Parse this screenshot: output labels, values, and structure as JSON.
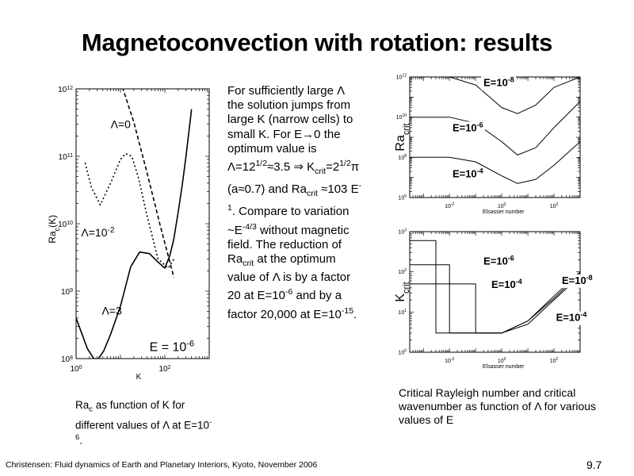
{
  "title": "Magnetoconvection with rotation: results",
  "explanation": [
    {
      "t": "For sufficiently large Λ the solution jumps from large K (narrow cells) to small K. For E→0 the optimum value is Λ=12"
    },
    {
      "t": "1/2",
      "sup": true
    },
    {
      "t": "≈3.5 ⇒ K"
    },
    {
      "t": "crit",
      "sub": true
    },
    {
      "t": "=2"
    },
    {
      "t": "1/2",
      "sup": true
    },
    {
      "t": "π (a≈0.7) and Ra"
    },
    {
      "t": "crit",
      "sub": true
    },
    {
      "t": " ≈103 E"
    },
    {
      "t": "-1",
      "sup": true
    },
    {
      "t": ". Compare to variation ~E"
    },
    {
      "t": "-4/3",
      "sup": true
    },
    {
      "t": " without magnetic field. The reduction of Ra"
    },
    {
      "t": "crit",
      "sub": true
    },
    {
      "t": " at the optimum value of Λ is by a factor 20 at E=10"
    },
    {
      "t": "-6",
      "sup": true
    },
    {
      "t": " and by a factor 20,000 at E=10"
    },
    {
      "t": "-15",
      "sup": true
    },
    {
      "t": "."
    }
  ],
  "caption_left": [
    {
      "t": "Ra"
    },
    {
      "t": "c",
      "sub": true
    },
    {
      "t": " as function of K for different values of Λ at E=10"
    },
    {
      "t": "-6",
      "sup": true
    },
    {
      "t": "."
    }
  ],
  "caption_right": "Critical Rayleigh number and critical wavenumber as function of Λ for various values of E",
  "footer": "Christensen: Fluid dynamics of Earth and Planetary Interiors, Kyoto, November 2006",
  "slide_number": "9.7",
  "chart_data": [
    {
      "id": "left",
      "type": "line",
      "xscale": "log",
      "yscale": "log",
      "xlim": [
        1,
        1000
      ],
      "ylim": [
        100000000.0,
        1000000000000.0
      ],
      "xlabel": "K",
      "ylabel": "Ra_c(K)",
      "xticks": [
        {
          "v": 1,
          "b": "10",
          "e": "0"
        },
        {
          "v": 100,
          "b": "10",
          "e": "2"
        }
      ],
      "yticks": [
        {
          "v": 100000000.0,
          "b": "10",
          "e": "8"
        },
        {
          "v": 1000000000.0,
          "b": "10",
          "e": "9"
        },
        {
          "v": 10000000000.0,
          "b": "10",
          "e": "10"
        },
        {
          "v": 100000000000.0,
          "b": "10",
          "e": "11"
        },
        {
          "v": 1000000000000.0,
          "b": "10",
          "e": "12"
        }
      ],
      "series": [
        {
          "name": "Λ=0",
          "style": "dashed",
          "x": [
            10,
            20,
            40,
            80,
            160
          ],
          "y": [
            1300000000000.0,
            320000000000.0,
            56000000000.0,
            9000000000.0,
            1600000000.0
          ]
        },
        {
          "name": "Λ=10⁻²",
          "style": "dotted",
          "x": [
            1.6,
            2.2,
            3.5,
            6,
            10,
            13,
            18,
            25,
            40,
            70,
            120,
            160
          ],
          "y": [
            80000000000.0,
            35000000000.0,
            19000000000.0,
            40000000000.0,
            90000000000.0,
            110000000000.0,
            100000000000.0,
            50000000000.0,
            13000000000.0,
            3000000000.0,
            2200000000.0,
            3000000000.0
          ]
        },
        {
          "name": "Λ=3",
          "style": "solid",
          "x": [
            1,
            1.3,
            1.8,
            2.5,
            3.2,
            4.2,
            6,
            10,
            17,
            27,
            45,
            70,
            100,
            130,
            160,
            200,
            250,
            300,
            400
          ],
          "y": [
            400000000.0,
            250000000.0,
            140000000.0,
            100000000.0,
            100000000.0,
            130000000.0,
            230000000.0,
            600000000.0,
            2300000000.0,
            3800000000.0,
            3600000000.0,
            2700000000.0,
            2200000000.0,
            3400000000.0,
            6000000000.0,
            15000000000.0,
            40000000000.0,
            100000000000.0,
            500000000000.0
          ]
        }
      ],
      "annotations": [
        {
          "text": "Λ=0",
          "x": 6,
          "y": 260000000000.0
        },
        {
          "text": "Λ=10",
          "sup": "-2",
          "x": 1.3,
          "y": 6500000000.0
        },
        {
          "text": "Λ=3",
          "x": 3.8,
          "y": 450000000.0
        },
        {
          "text": "E = 10",
          "sup": "-6",
          "x": 45,
          "y": 130000000.0,
          "size": 16
        }
      ]
    },
    {
      "id": "top-right",
      "type": "line",
      "xscale": "log",
      "yscale": "log",
      "xlim": [
        0.0003,
        1000
      ],
      "ylim": [
        1000000.0,
        1000000000000.0
      ],
      "xlabel": "Elsasser number",
      "ylabel": "Ra_crit",
      "xticks": [
        {
          "v": 0.01,
          "b": "10",
          "e": "-2"
        },
        {
          "v": 1,
          "b": "10",
          "e": "0"
        },
        {
          "v": 100,
          "b": "10",
          "e": "2"
        }
      ],
      "yticks": [
        {
          "v": 1000000.0,
          "b": "10",
          "e": "6"
        },
        {
          "v": 100000000.0,
          "b": "10",
          "e": "8"
        },
        {
          "v": 10000000000.0,
          "b": "10",
          "e": "10"
        },
        {
          "v": 1000000000000.0,
          "b": "10",
          "e": "12"
        }
      ],
      "series": [
        {
          "name": "E=10⁻⁸",
          "style": "solid",
          "x": [
            0.0003,
            0.01,
            0.1,
            1,
            4,
            20,
            100,
            1000
          ],
          "y": [
            1000000000000.0,
            1000000000000.0,
            400000000000.0,
            30000000000.0,
            15000000000.0,
            40000000000.0,
            300000000000.0,
            1000000000000.0
          ]
        },
        {
          "name": "E=10⁻⁶",
          "style": "solid",
          "x": [
            0.0003,
            0.01,
            0.1,
            1,
            4,
            20,
            100,
            1000
          ],
          "y": [
            10000000000.0,
            10000000000.0,
            5000000000.0,
            600000000.0,
            130000000.0,
            300000000.0,
            3000000000.0,
            60000000000.0
          ]
        },
        {
          "name": "E=10⁻⁴",
          "style": "solid",
          "x": [
            0.0003,
            0.01,
            0.1,
            1,
            4,
            20,
            100,
            1000
          ],
          "y": [
            100000000.0,
            100000000.0,
            60000000.0,
            12000000.0,
            5000000.0,
            8000000.0,
            40000000.0,
            600000000.0
          ]
        }
      ],
      "annotations": [
        {
          "text": "E=10",
          "sup": "-8",
          "x": 0.2,
          "y": 350000000000.0,
          "bold": true
        },
        {
          "text": "E=10",
          "sup": "-6",
          "x": 0.013,
          "y": 2000000000.0,
          "bold": true
        },
        {
          "text": "E=10",
          "sup": "-4",
          "x": 0.013,
          "y": 10000000.0,
          "bold": true
        }
      ]
    },
    {
      "id": "bottom-right",
      "type": "line",
      "xscale": "log",
      "yscale": "log",
      "xlim": [
        0.0003,
        1000
      ],
      "ylim": [
        1,
        1000
      ],
      "xlabel": "Elsasser number",
      "ylabel": "K_crit",
      "xticks": [
        {
          "v": 0.01,
          "b": "10",
          "e": "-2"
        },
        {
          "v": 1,
          "b": "10",
          "e": "0"
        },
        {
          "v": 100,
          "b": "10",
          "e": "2"
        }
      ],
      "yticks": [
        {
          "v": 1,
          "b": "10",
          "e": "0"
        },
        {
          "v": 10,
          "b": "10",
          "e": "1"
        },
        {
          "v": 100,
          "b": "10",
          "e": "2"
        },
        {
          "v": 1000,
          "b": "10",
          "e": "3"
        }
      ],
      "series": [
        {
          "name": "E=10⁻⁸",
          "style": "solid",
          "x": [
            0.0003,
            0.003,
            0.003,
            0.1,
            1,
            10,
            100,
            1000
          ],
          "y": [
            600,
            600,
            3,
            3,
            3,
            6,
            25,
            100
          ]
        },
        {
          "name": "E=10⁻⁶",
          "style": "solid",
          "x": [
            0.0003,
            0.01,
            0.01,
            0.1,
            1,
            10,
            100,
            1000
          ],
          "y": [
            150,
            150,
            3,
            3,
            3,
            6,
            22,
            90
          ]
        },
        {
          "name": "E=10⁻⁴",
          "style": "solid",
          "x": [
            0.0003,
            0.1,
            0.1,
            1,
            10,
            100,
            1000
          ],
          "y": [
            50,
            50,
            3,
            3,
            5,
            20,
            80
          ]
        }
      ],
      "annotations": [
        {
          "text": "E=10",
          "sup": "-6",
          "x": 0.2,
          "y": 150,
          "bold": true
        },
        {
          "text": "E=10",
          "sup": "-4",
          "x": 0.4,
          "y": 40,
          "bold": true
        },
        {
          "text": "E=10",
          "sup": "-8",
          "x": 200,
          "y": 50,
          "bold": true
        },
        {
          "text": "E=10",
          "sup": "-4",
          "x": 120,
          "y": 6,
          "bold": true
        }
      ]
    }
  ]
}
